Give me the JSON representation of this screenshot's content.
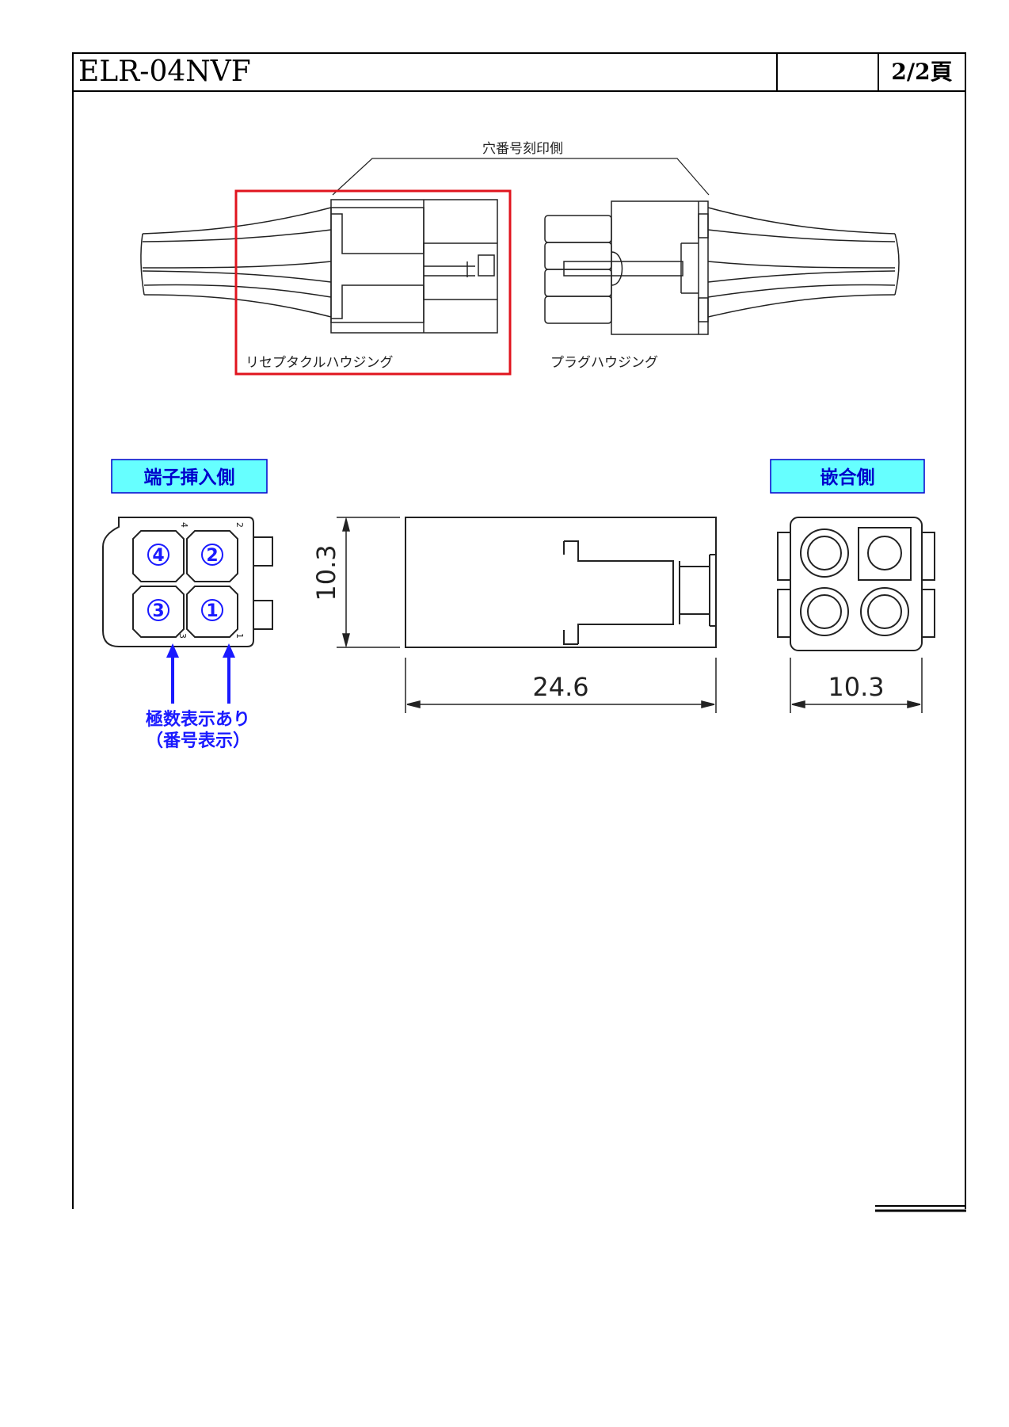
{
  "header": {
    "title": "ELR-04NVF",
    "page": "2/2頁"
  },
  "top_diagram": {
    "marking_side_label": "穴番号刻印側",
    "receptacle_label": "リセプタクルハウジング",
    "plug_label": "プラグハウジング",
    "highlight_color": "#e0141e"
  },
  "views": {
    "insertion_side_label": "端子挿入側",
    "mating_side_label": "嵌合側",
    "label_bg": "#66ffff",
    "label_text_color": "#0000cc"
  },
  "terminal_view": {
    "pin_numbers": [
      "4",
      "2",
      "3",
      "1"
    ],
    "small_numbers": [
      "4",
      "2",
      "3",
      "1"
    ],
    "polarity_note_line1": "極数表示あり",
    "polarity_note_line2": "（番号表示）",
    "note_color": "#1a1aff"
  },
  "dimensions": {
    "height": "10.3",
    "length": "24.6",
    "width": "10.3"
  }
}
